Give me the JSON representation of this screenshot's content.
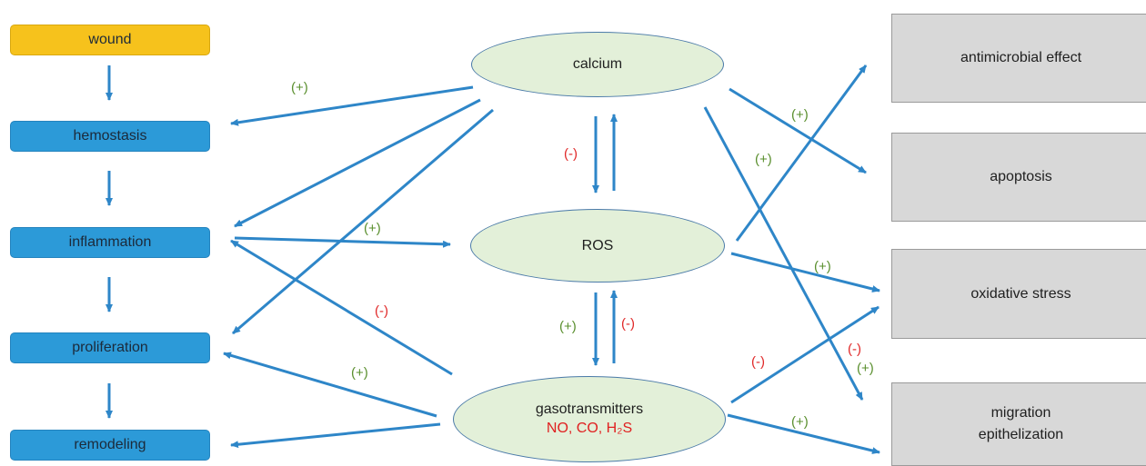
{
  "stages": [
    "wound",
    "hemostasis",
    "inflammation",
    "proliferation",
    "remodeling"
  ],
  "mediators": {
    "calcium": "calcium",
    "ros": "ROS",
    "gasotransmitters": "gasotransmitters",
    "gasotransmitters_species": "NO, CO, H₂S"
  },
  "effects": {
    "antimicrobial": "antimicrobial effect",
    "apoptosis": "apoptosis",
    "oxidative_stress": "oxidative stress",
    "migration_line1": "migration",
    "migration_line2": "epithelization"
  },
  "signs": {
    "plus": "(+)",
    "minus": "(-)"
  },
  "colors": {
    "wound_box": "#f6c21c",
    "stage_box": "#2c9ad8",
    "arrow": "#2e86c8",
    "node_fill": "#e3f0d9",
    "effect_fill": "#d8d8d8",
    "plus_text": "#5a8f2e",
    "minus_text": "#e02828"
  }
}
